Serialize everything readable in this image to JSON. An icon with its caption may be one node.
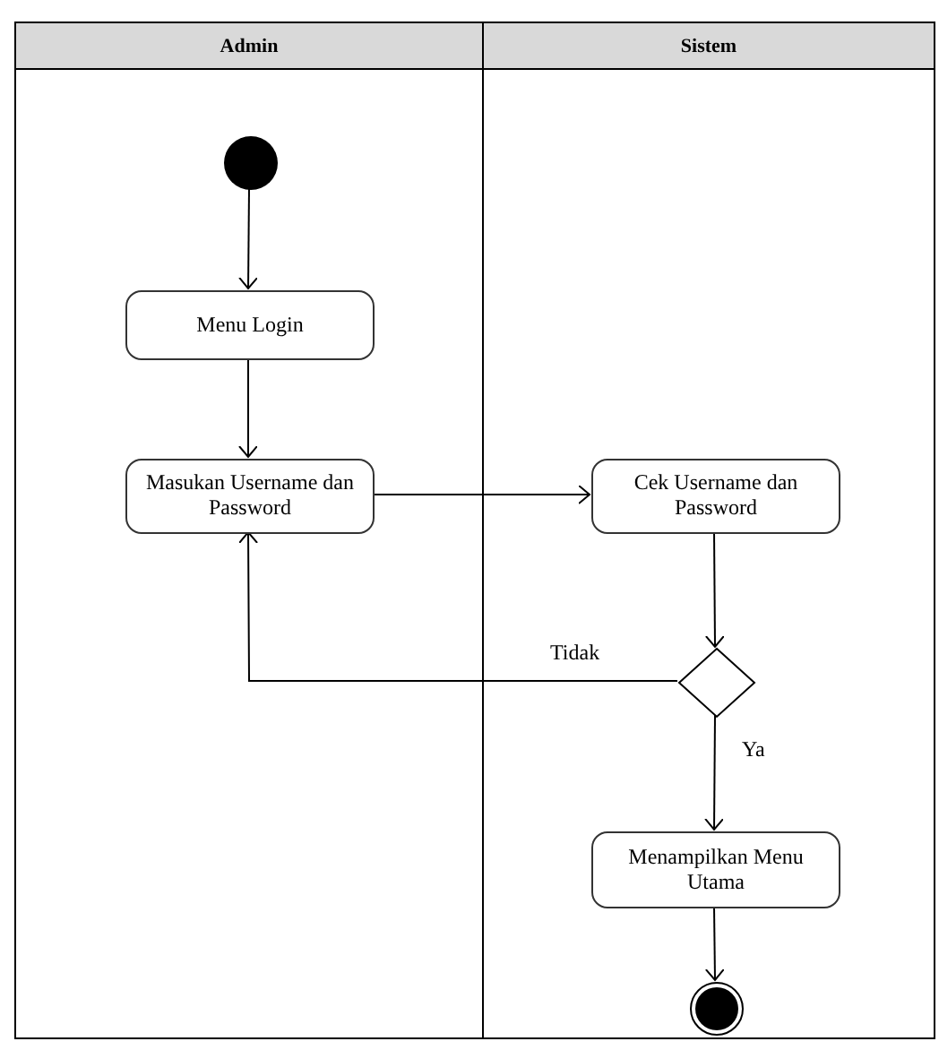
{
  "diagram": {
    "nodes": [
      {
        "text": [
          "Admin"
        ]
      },
      {
        "text": [
          "Sistem"
        ]
      },
      {
        "text": [],
        "shape": "circle",
        "in": 0
      },
      {
        "text": [
          "Menu Login"
        ],
        "in": 0
      },
      {
        "text": [
          "Masukan Username dan Password"
        ],
        "in": 0
      },
      {
        "text": [
          "Cek Username dan Password"
        ],
        "in": 1
      },
      {
        "text": [],
        "shape": "diamond",
        "in": 1
      },
      {
        "text": [
          "Menampilkan Menu Utama"
        ],
        "in": 1
      },
      {
        "text": [],
        "shape": "circle",
        "in": 1
      }
    ],
    "edges": [
      {
        "from": 2,
        "to": 3,
        "arrow": "to"
      },
      {
        "from": 3,
        "to": 4,
        "arrow": "to"
      },
      {
        "from": 4,
        "to": 5,
        "arrow": "to"
      },
      {
        "from": 5,
        "to": 6,
        "arrow": "to"
      },
      {
        "from": 6,
        "to": 4,
        "arrow": "to",
        "label": "Tidak"
      },
      {
        "from": 6,
        "to": 7,
        "arrow": "to",
        "label": "Ya"
      },
      {
        "from": 7,
        "to": 8,
        "arrow": "to"
      }
    ]
  }
}
